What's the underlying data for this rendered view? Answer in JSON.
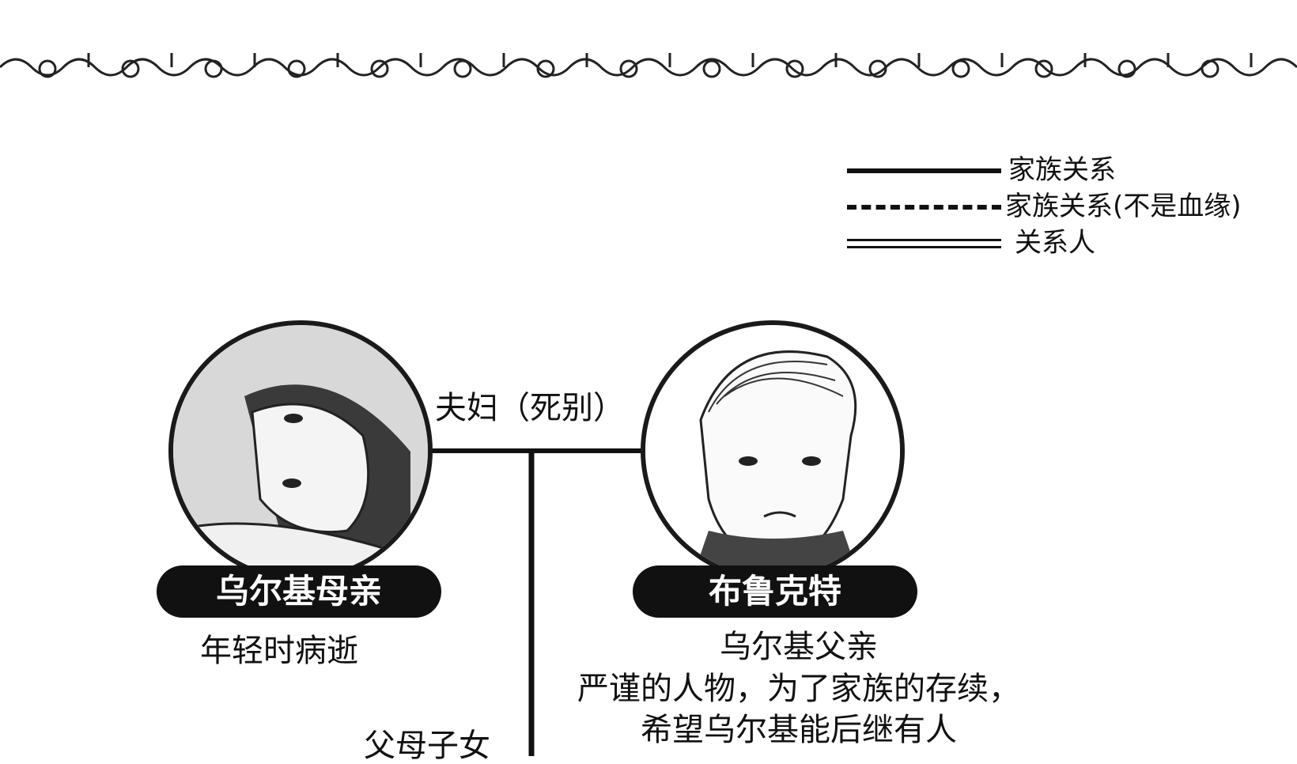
{
  "legend": {
    "items": [
      {
        "style": "solid",
        "label": "家族关系"
      },
      {
        "style": "dashed",
        "label": "家族关系(不是血缘)"
      },
      {
        "style": "double",
        "label": "关系人"
      }
    ]
  },
  "relation_spouse": "夫妇（死别）",
  "relation_parent_child": "父母子女",
  "people": {
    "mother": {
      "name": "乌尔基母亲",
      "note": "年轻时病逝"
    },
    "father": {
      "name": "布鲁克特",
      "desc_lines": [
        "乌尔基父亲",
        "严谨的人物，为了家族的存续，",
        "希望乌尔基能后继有人"
      ]
    }
  },
  "colors": {
    "ink": "#111111",
    "paper": "#ffffff",
    "portrait_bg": "#e8e8e8"
  }
}
